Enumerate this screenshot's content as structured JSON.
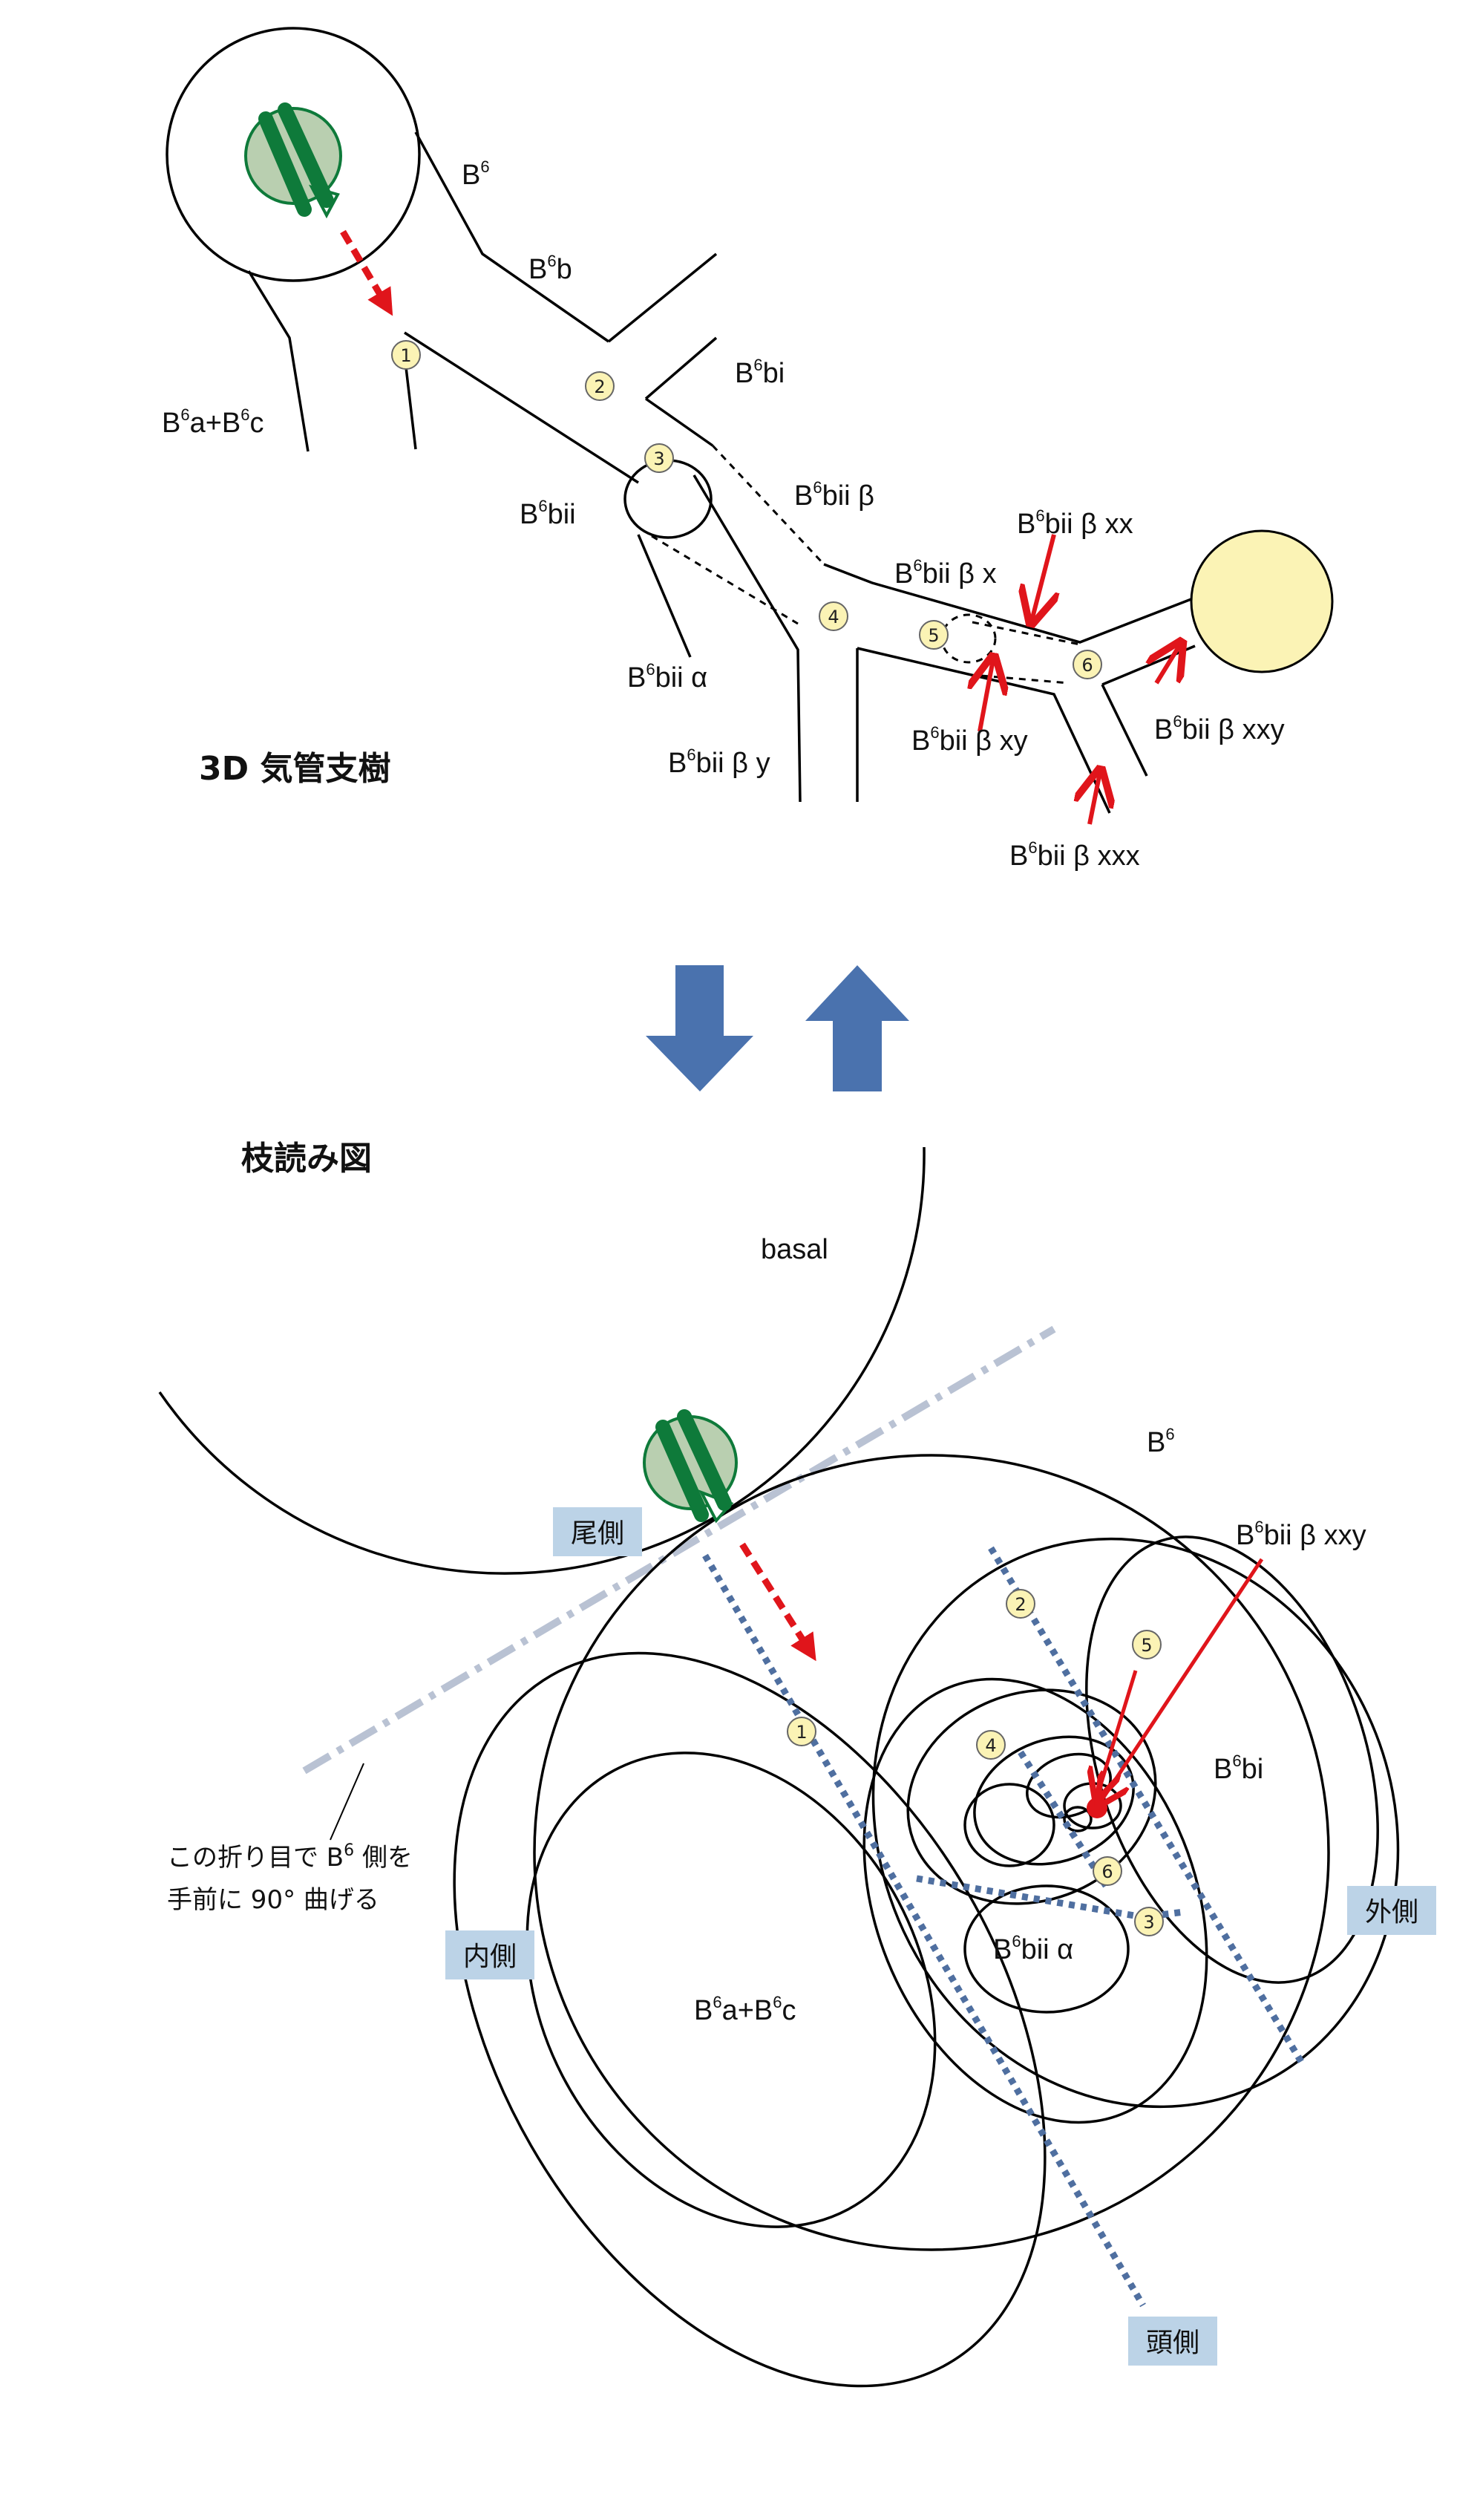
{
  "titles": {
    "tree": "3D 気管支樹",
    "map": "枝読み図"
  },
  "top_labels": {
    "b6_main": "B",
    "b6b": "B",
    "b6bi": "B",
    "b6a_b6c": "B",
    "b6bii": "B",
    "b6bii_alpha": "B",
    "b6bii_beta": "B",
    "b6bii_beta_x": "B",
    "b6bii_beta_xx": "B",
    "b6bii_beta_xy": "B",
    "b6bii_beta_xxx": "B",
    "b6bii_beta_xxy": "B",
    "b6bii_beta_y": "B"
  },
  "label_parts": {
    "sup6": "6",
    "b": "b",
    "bi": "bi",
    "bii": "bii",
    "a_plus": "a+B",
    "c": "c",
    "bii_alpha": "bii α",
    "bii_beta": "bii β",
    "bii_beta_x": "bii β x",
    "bii_beta_xx": "bii β xx",
    "bii_beta_xy": "bii β xy",
    "bii_beta_xxx": "bii β xxx",
    "bii_beta_xxy": "bii β xxy",
    "bii_beta_y": "bii β y"
  },
  "numbers": [
    "1",
    "2",
    "3",
    "4",
    "5",
    "6"
  ],
  "map_labels": {
    "basal": "basal",
    "b6": "B",
    "b6bi": "B",
    "b6bii_alpha": "B",
    "b6a_b6c": "B",
    "b6bii_beta_xxy": "B"
  },
  "directions": {
    "caudal": "尾側",
    "medial": "内側",
    "lateral": "外側",
    "cranial": "頭側"
  },
  "note": {
    "line1_a": "この折り目で B",
    "line1_b": " 側を",
    "line2": "手前に 90° 曲げる"
  },
  "colors": {
    "green_dark": "#0e7a3a",
    "green_light": "#b9cfb0",
    "red": "#e0151b",
    "yellow": "#fbf3b5",
    "blue_arrow": "#4a72ae",
    "blue_dots": "#4f6fa0",
    "gray_fold": "#b9c2d3",
    "label_bg": "#bcd3e7"
  },
  "icons": [
    "arrow-down-icon",
    "arrow-up-icon",
    "scope-icon"
  ]
}
